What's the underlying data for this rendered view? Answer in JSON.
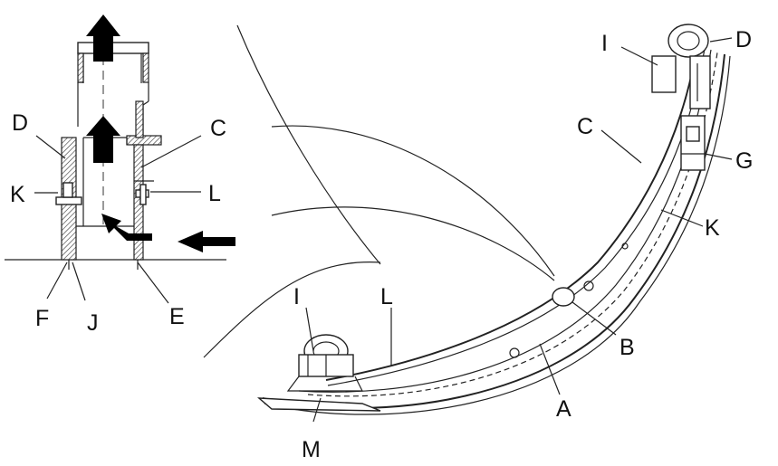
{
  "labels": {
    "detail": {
      "D": "D",
      "C": "C",
      "K": "K",
      "L": "L",
      "F": "F",
      "J": "J",
      "E": "E"
    },
    "main": {
      "I_top": "I",
      "D": "D",
      "C": "C",
      "G": "G",
      "K": "K",
      "B": "B",
      "A": "A",
      "L": "L",
      "I_bottom": "I",
      "M": "M"
    }
  }
}
